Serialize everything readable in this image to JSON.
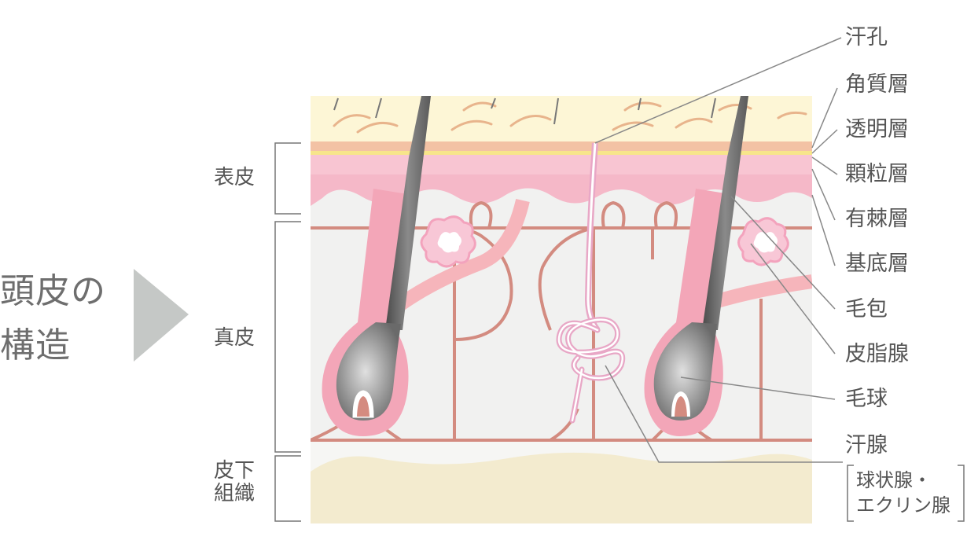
{
  "title": {
    "line1": "頭皮の",
    "line2": "構造"
  },
  "layers": {
    "epidermis": "表皮",
    "dermis": "真皮",
    "subcutis_line1": "皮下",
    "subcutis_line2": "組織"
  },
  "labels": {
    "sweat_pore": "汗孔",
    "stratum_corneum": "角質層",
    "stratum_lucidum": "透明層",
    "stratum_granulosum": "顆粒層",
    "stratum_spinosum": "有棘層",
    "stratum_basale": "基底層",
    "hair_follicle": "毛包",
    "sebaceous_gland": "皮脂腺",
    "hair_bulb": "毛球",
    "sweat_gland": "汗腺",
    "eccrine_line1": "球状腺・",
    "eccrine_line2": "エクリン腺"
  },
  "colors": {
    "corneum": "#fdf6d6",
    "lucidum": "#f3c2a4",
    "epidermis": "#f5b8c8",
    "dermis": "#f1f1f0",
    "subcutis": "#f3ebcf",
    "hair": "#666666",
    "line": "#d38b80",
    "text": "#555555"
  }
}
